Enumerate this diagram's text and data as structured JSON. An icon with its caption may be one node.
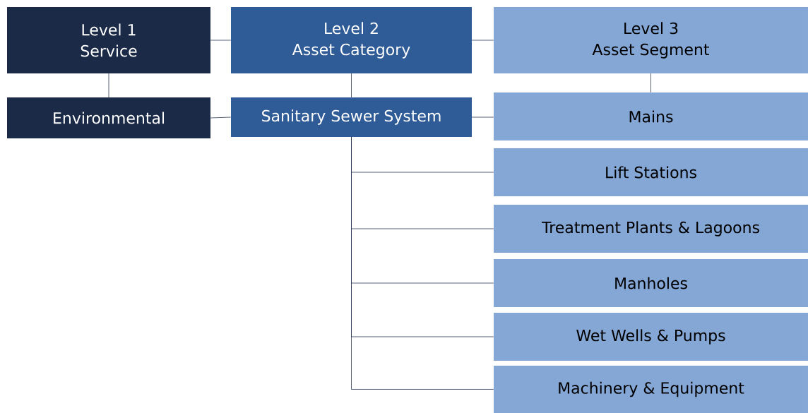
{
  "diagram": {
    "nodes": [
      {
        "text": [
          "Level 1",
          "Service"
        ]
      },
      {
        "text": [
          "Level 2",
          "Asset Category"
        ]
      },
      {
        "text": [
          "Level 3",
          "Asset Segment"
        ]
      },
      {
        "text": [
          "Environmental"
        ]
      },
      {
        "text": [
          "Sanitary Sewer System"
        ]
      },
      {
        "text": [
          "Mains"
        ]
      },
      {
        "text": [
          "Lift Stations"
        ]
      },
      {
        "text": [
          "Treatment Plants & Lagoons"
        ]
      },
      {
        "text": [
          "Manholes"
        ]
      },
      {
        "text": [
          "Wet Wells & Pumps"
        ]
      },
      {
        "text": [
          "Machinery & Equipment"
        ]
      }
    ],
    "edges": [
      {
        "from": 0,
        "to": 1,
        "arrow": "none"
      },
      {
        "from": 1,
        "to": 2,
        "arrow": "none"
      },
      {
        "from": 0,
        "to": 3,
        "arrow": "none"
      },
      {
        "from": 1,
        "to": 4,
        "arrow": "none"
      },
      {
        "from": 2,
        "to": 5,
        "arrow": "none"
      },
      {
        "from": 3,
        "to": 4,
        "arrow": "none"
      },
      {
        "from": 4,
        "to": 5,
        "arrow": "none"
      },
      {
        "from": 4,
        "to": 6,
        "arrow": "none"
      },
      {
        "from": 4,
        "to": 7,
        "arrow": "none"
      },
      {
        "from": 4,
        "to": 8,
        "arrow": "none"
      },
      {
        "from": 4,
        "to": 9,
        "arrow": "none"
      },
      {
        "from": 4,
        "to": 10,
        "arrow": "none"
      }
    ]
  }
}
